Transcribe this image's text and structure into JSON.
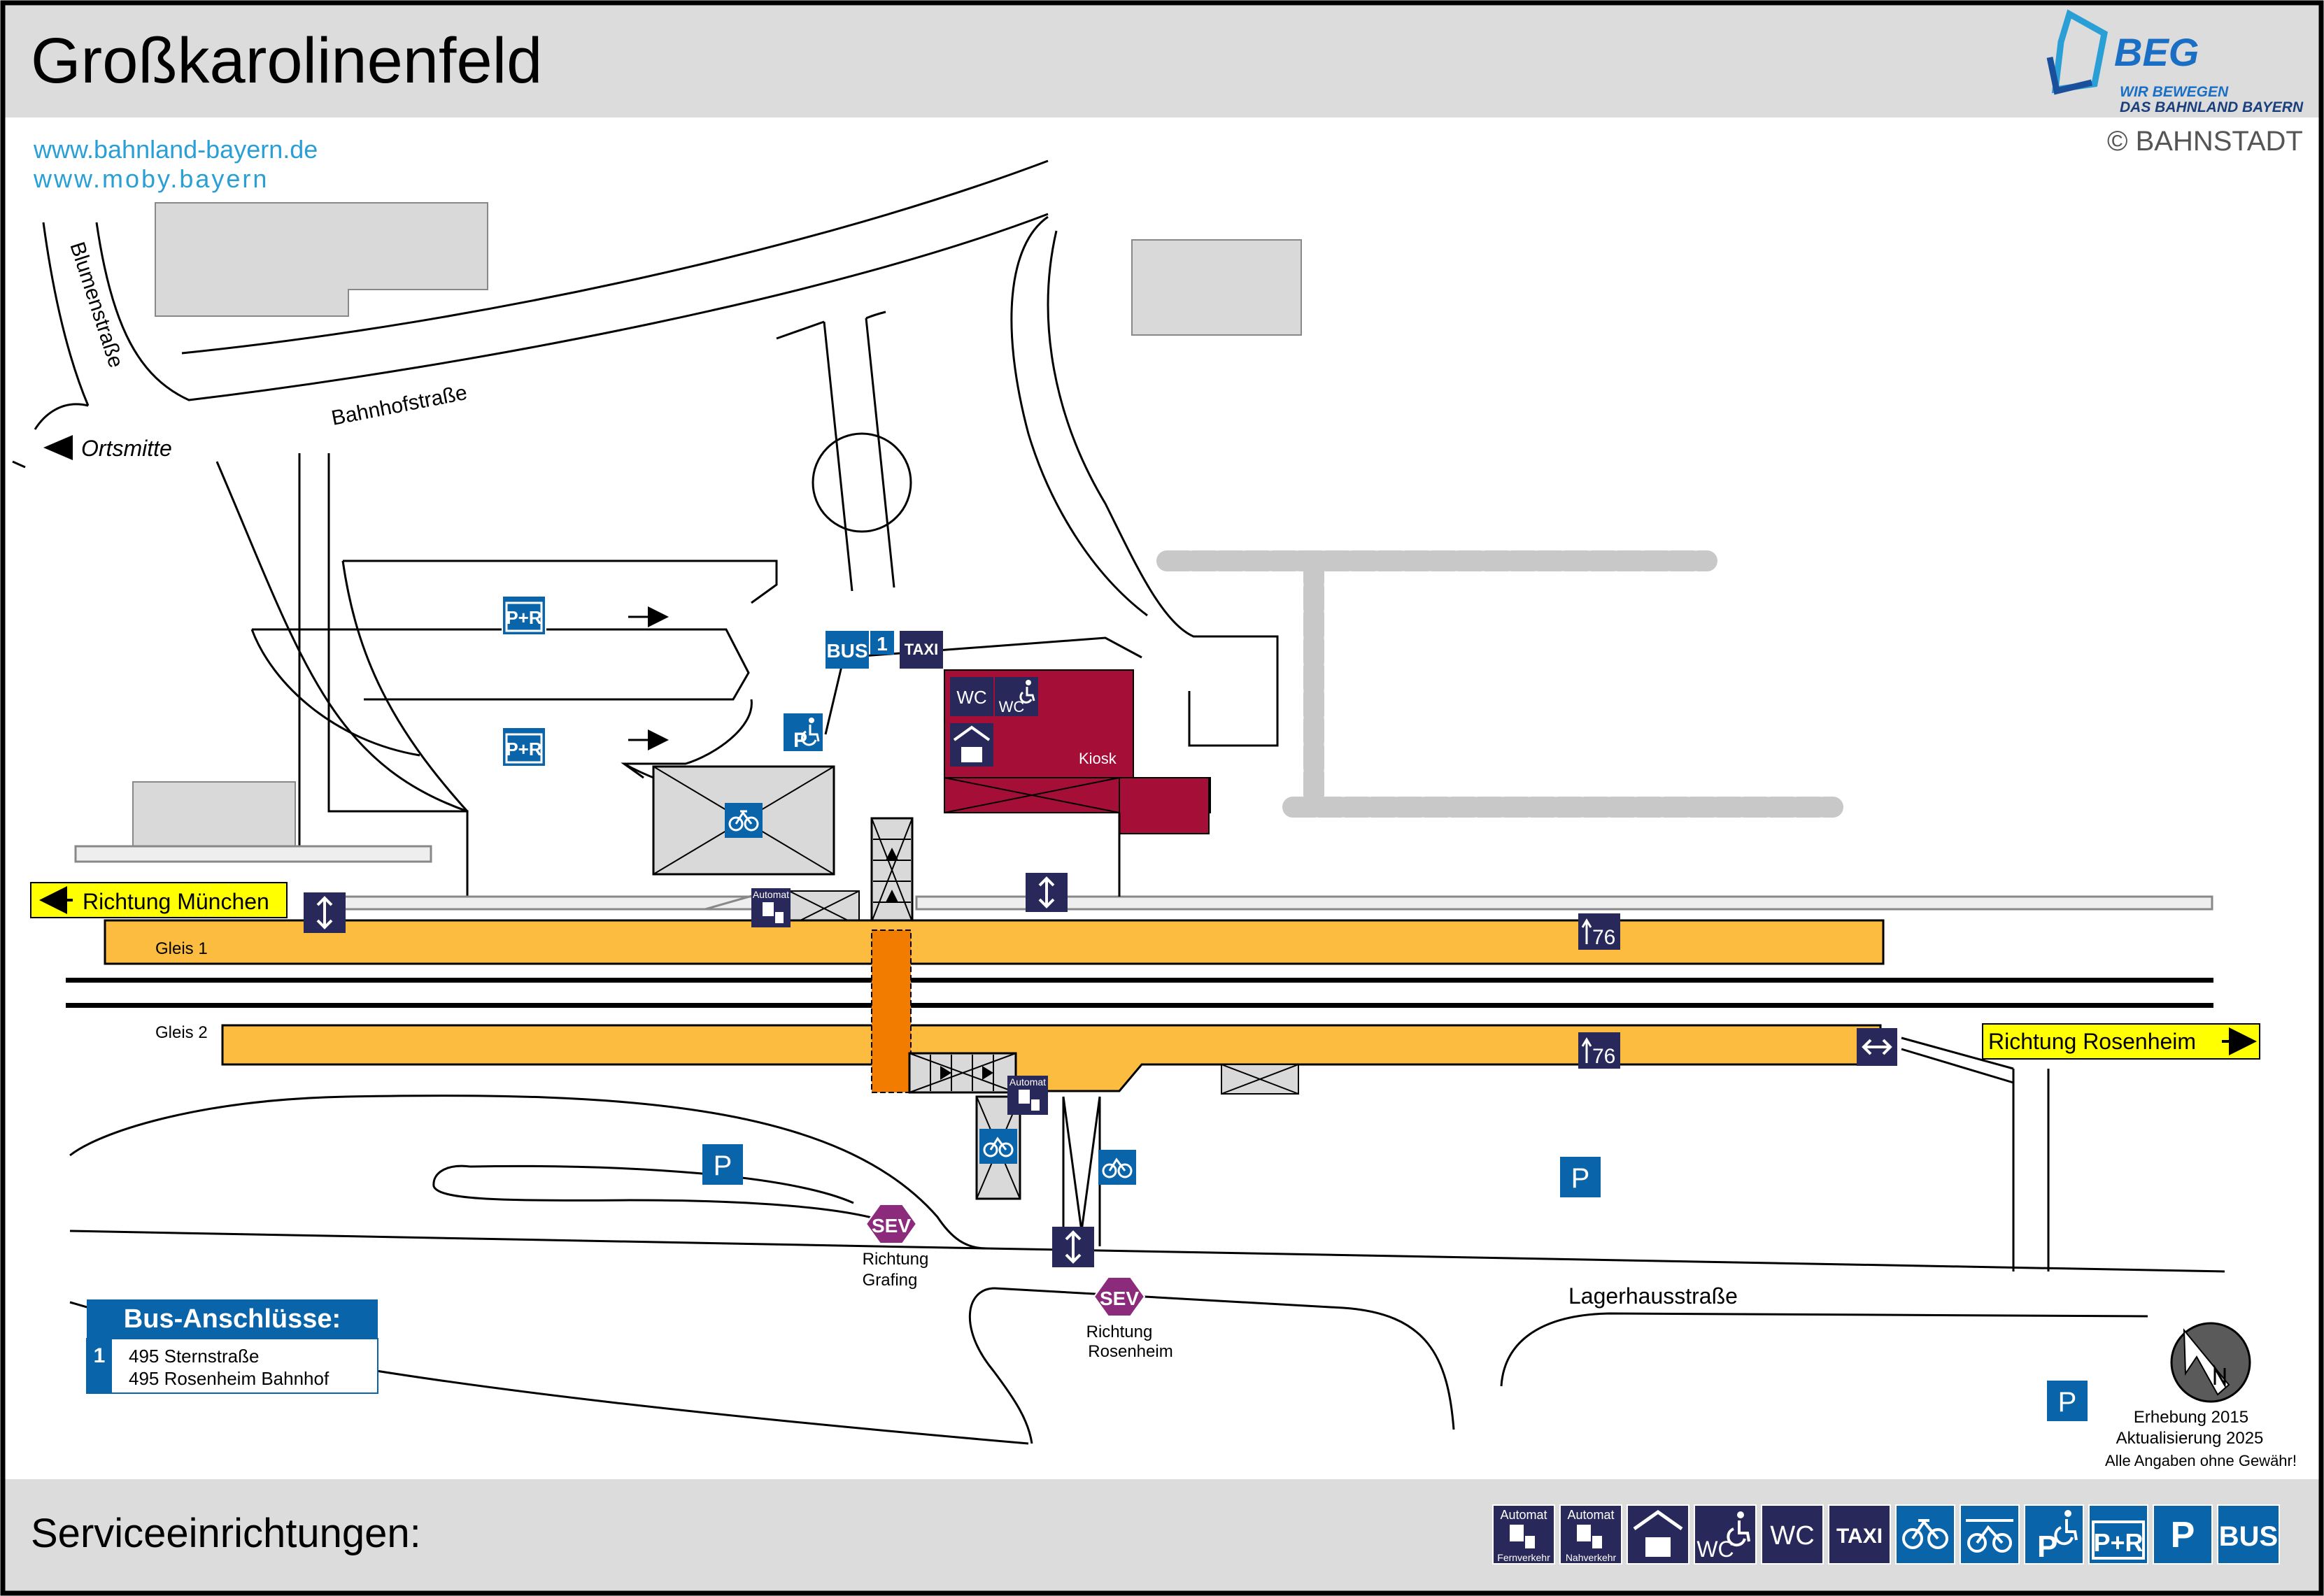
{
  "header": {
    "title": "Großkarolinenfeld",
    "logo_name": "BEG",
    "logo_tagline_1": "WIR BEWEGEN",
    "logo_tagline_2": "DAS BAHNLAND BAYERN",
    "copyright": "© BAHNSTADT"
  },
  "links": [
    "www.bahnland-bayern.de",
    "www.moby.bayern"
  ],
  "streets": {
    "blumenstrasse": "Blumenstraße",
    "bahnhofstrasse": "Bahnhofstraße",
    "lagerhausstrasse": "Lagerhausstraße",
    "ortsmitte": "Ortsmitte"
  },
  "directions": {
    "muenchen": "Richtung München",
    "rosenheim": "Richtung Rosenheim"
  },
  "platforms": {
    "gleis1": "Gleis 1",
    "gleis2": "Gleis 2",
    "sector_1": "76",
    "sector_2": "76"
  },
  "facilities": {
    "kiosk": "Kiosk",
    "automat": "Automat",
    "pr": "P+R",
    "p": "P",
    "bus": "BUS",
    "bus_stop_number": "1",
    "taxi": "TAXI",
    "wc": "WC",
    "sev": "SEV"
  },
  "sev_stops": [
    {
      "line1": "Richtung",
      "line2": "Grafing"
    },
    {
      "line1": "Richtung",
      "line2": "Rosenheim"
    }
  ],
  "bus_connections": {
    "title": "Bus-Anschlüsse:",
    "stop": "1",
    "lines": [
      "495 Sternstraße",
      "495 Rosenheim Bahnhof"
    ]
  },
  "survey": {
    "line1": "Erhebung 2015",
    "line2": "Aktualisierung 2025",
    "line3": "Alle Angaben ohne Gewähr!"
  },
  "footer": {
    "title": "Serviceeinrichtungen:",
    "automat_fern": "Fernverkehr",
    "automat_nah": "Nahverkehr"
  },
  "colors": {
    "header_bg": "#dcdcdc",
    "building": "#d9d9d9",
    "platform": "#fbbc40",
    "underpass": "#f27c00",
    "kiosk": "#a50e36",
    "icon_navy": "#28285a",
    "icon_blue": "#0a64aa",
    "sev": "#8c2a7c",
    "direction_sign": "#ffff00",
    "link": "#2a9fd6",
    "bahnstadt_green": "#7a9a2a"
  }
}
